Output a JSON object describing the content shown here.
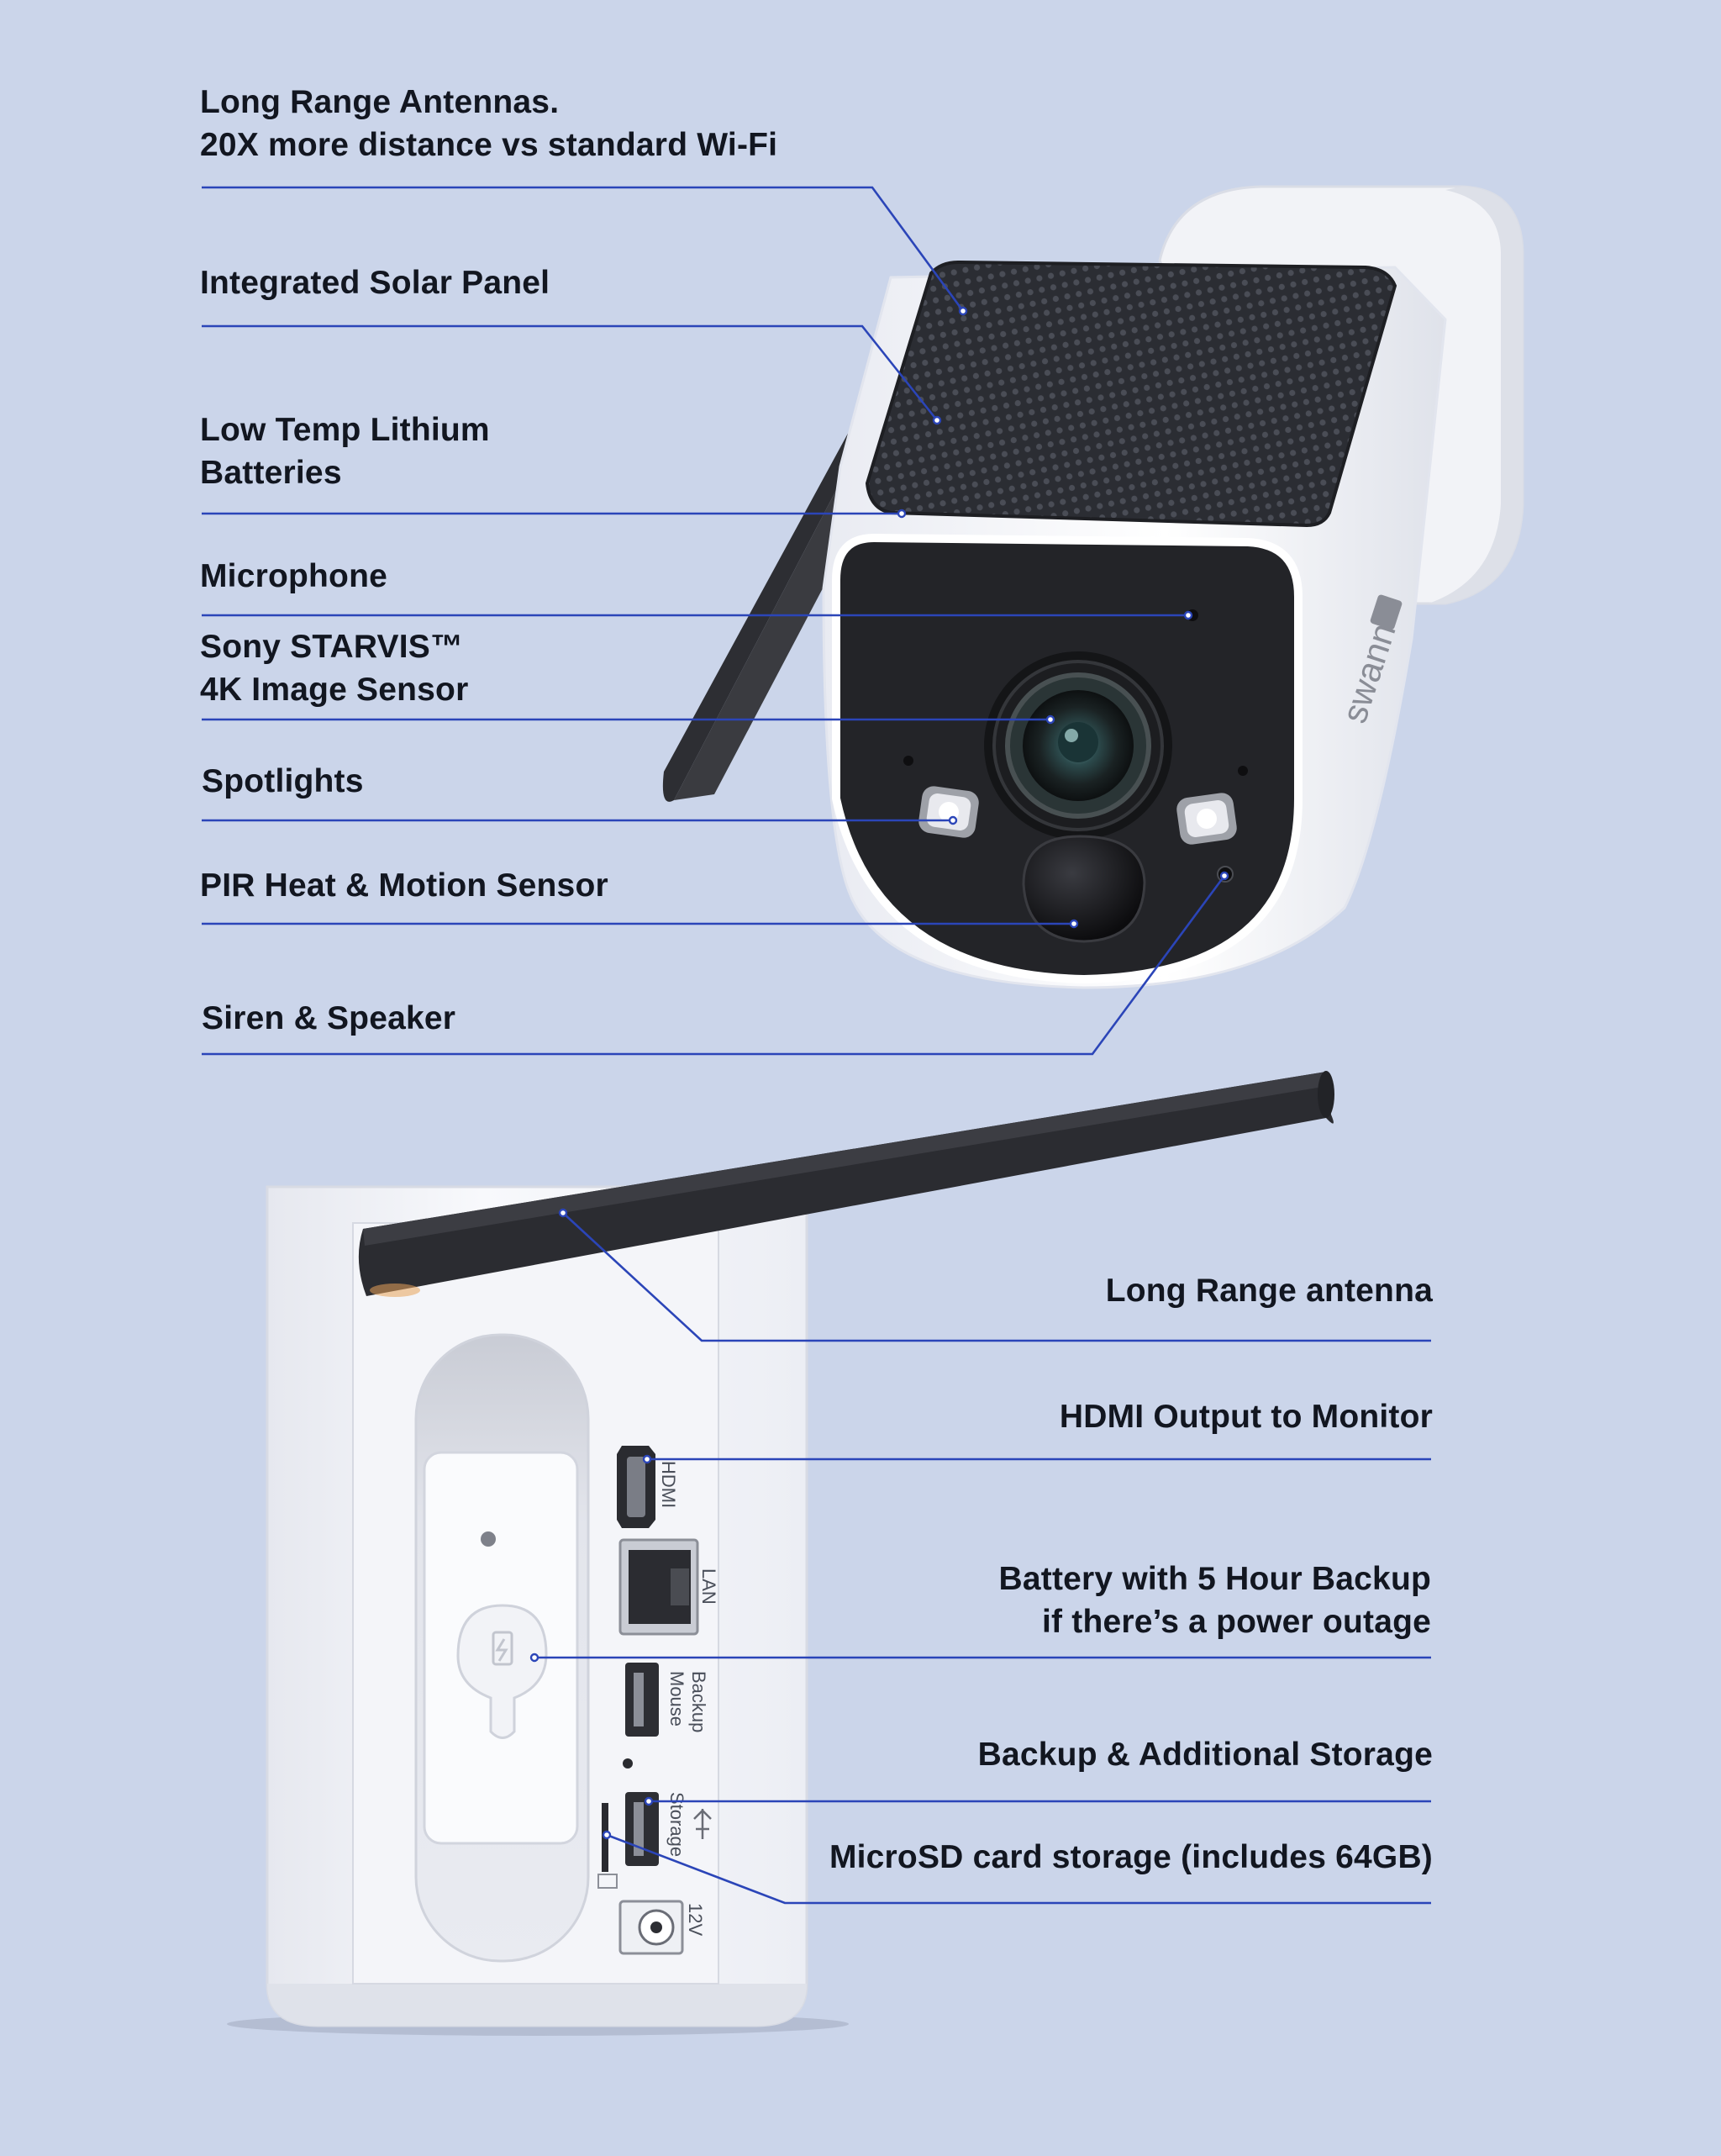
{
  "camera_callouts": [
    {
      "id": "long-range-antennas",
      "lines": [
        "Long Range Antennas.",
        "20X more distance vs standard Wi-Fi"
      ]
    },
    {
      "id": "integrated-solar-panel",
      "lines": [
        "Integrated Solar Panel"
      ]
    },
    {
      "id": "low-temp-lithium-batteries",
      "lines": [
        "Low Temp Lithium",
        "Batteries"
      ]
    },
    {
      "id": "microphone",
      "lines": [
        "Microphone"
      ]
    },
    {
      "id": "image-sensor",
      "lines": [
        "Sony STARVIS™",
        "4K Image Sensor"
      ]
    },
    {
      "id": "spotlights",
      "lines": [
        "Spotlights"
      ]
    },
    {
      "id": "pir-sensor",
      "lines": [
        "PIR Heat & Motion Sensor"
      ]
    },
    {
      "id": "siren-speaker",
      "lines": [
        "Siren & Speaker"
      ]
    }
  ],
  "nvr_callouts": [
    {
      "id": "long-range-antenna",
      "lines": [
        "Long Range antenna"
      ]
    },
    {
      "id": "hdmi-output",
      "lines": [
        "HDMI Output to Monitor"
      ]
    },
    {
      "id": "battery-backup",
      "lines": [
        "Battery with 5 Hour Backup",
        "if there’s a power outage"
      ]
    },
    {
      "id": "backup-storage",
      "lines": [
        "Backup & Additional Storage"
      ]
    },
    {
      "id": "microsd-storage",
      "lines": [
        "MicroSD card storage (includes 64GB)"
      ]
    }
  ],
  "port_labels": {
    "hdmi": "HDMI",
    "lan": "LAN",
    "mouse_line1": "Mouse",
    "mouse_line2": "Backup",
    "storage": "Storage",
    "power": "12V"
  },
  "brand": "swann",
  "colors": {
    "background": "#cbd5ea",
    "leader_line": "#2b45b8",
    "label_text": "#121620",
    "device_white": "#f3f4f8",
    "device_dark": "#26272c"
  }
}
